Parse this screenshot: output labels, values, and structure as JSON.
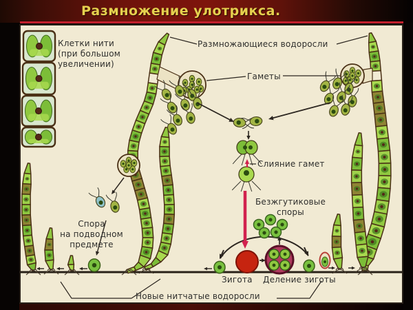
{
  "title": "Размножение улотрикса.",
  "diagram": {
    "labels": {
      "cells_magnified": {
        "lines": [
          "Клетки нити",
          "(при большом",
          "увеличении)"
        ]
      },
      "reproducing_algae": "Размножающиеся водоросли",
      "gametes": "Гаметы",
      "gamete_fusion": "Слияние гамет",
      "aflagellate_spores": {
        "lines": [
          "Безжгутиковые",
          "споры"
        ]
      },
      "spore_on_object": {
        "lines": [
          "Спора",
          "на подводном",
          "предмете"
        ]
      },
      "zygote": "Зигота",
      "zygote_division": "Деление зиготы",
      "new_filamentous_algae": "Новые нитчатые водоросли"
    }
  },
  "palette": {
    "titlebar_red": "#7e150c",
    "title_text": "#e5d04e",
    "underline_red": "#c2202d",
    "panel_bg": "#f1ead3",
    "ink": "#2f2f2d",
    "line": "#2c2620",
    "cell_border": "#4a3016",
    "cell_greens": [
      "#90c840",
      "#a9d94f",
      "#7cbd38",
      "#9ed04a"
    ],
    "cell_olive": "#8f8434",
    "cell_inner": "#41791f",
    "nucleus": "#542818",
    "bulge_bg": "#ece3c4",
    "gamete_body": "#a3b544",
    "spore_green": "#79c13f",
    "spore_dark": "#2b4c10",
    "zygote": "#c62410",
    "zygote_border": "#7e1306",
    "division_bg": "#b03a5e",
    "division_ring": "#5a0f26",
    "crimson": "#d2224e",
    "blue_cell": "#8fc2c8",
    "bigcell_bg": "#d9e7cf"
  }
}
